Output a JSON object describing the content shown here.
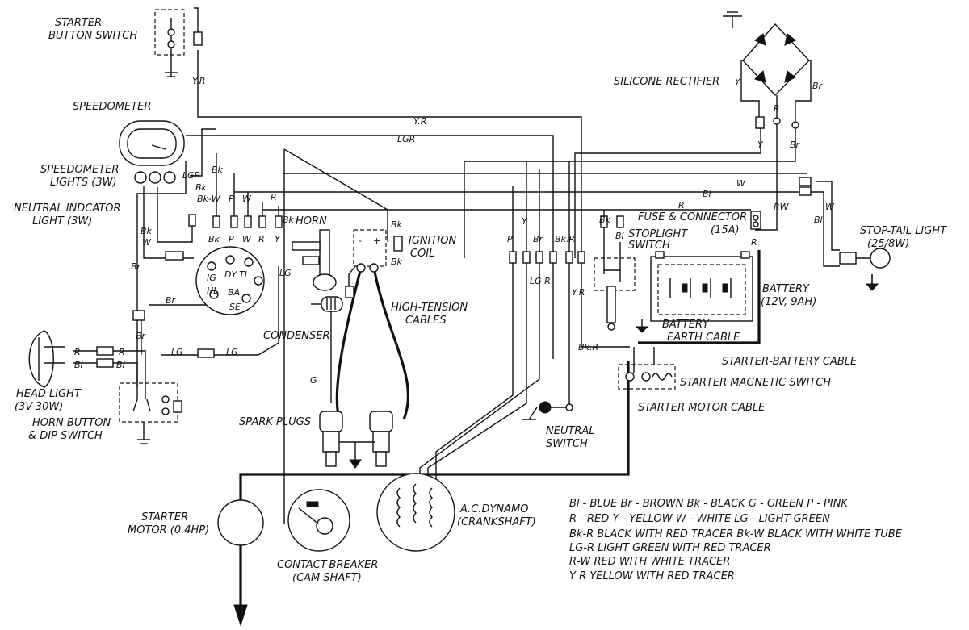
{
  "components": {
    "starter_button_switch": [
      "STARTER",
      "BUTTON SWITCH"
    ],
    "speedometer": "SPEEDOMETER",
    "speedometer_lights": [
      "SPEEDOMETER",
      "LIGHTS (3W)"
    ],
    "neutral_indicator_light": [
      "NEUTRAL INDCATOR",
      "LIGHT (3W)"
    ],
    "head_light": [
      "HEAD LIGHT",
      "(3V-30W)"
    ],
    "horn_button_dip_switch": [
      "HORN BUTTON",
      "& DIP SWITCH"
    ],
    "horn": "HORN",
    "ignition_coil": [
      "IGNITION",
      "COIL"
    ],
    "condenser": "CONDENSER",
    "high_tension_cables": [
      "HIGH-TENSION",
      "CABLES"
    ],
    "spark_plugs": "SPARK PLUGS",
    "starter_motor": [
      "STARTER",
      "MOTOR (0.4HP)"
    ],
    "contact_breaker": [
      "CONTACT-BREAKER",
      "(CAM SHAFT)"
    ],
    "ac_dynamo": [
      "A.C.DYNAMO",
      "(CRANKSHAFT)"
    ],
    "neutral_switch": [
      "NEUTRAL",
      "SWITCH"
    ],
    "silicone_rectifier": "SILICONE RECTIFIER",
    "fuse_connector": [
      "FUSE & CONNECTOR",
      "(15A)"
    ],
    "stoplight_switch": [
      "STOPLIGHT",
      "SWITCH"
    ],
    "battery": [
      "BATTERY",
      "(12V, 9AH)"
    ],
    "battery_earth_cable": [
      "BATTERY",
      "EARTH CABLE"
    ],
    "starter_battery_cable": "STARTER-BATTERY CABLE",
    "starter_magnetic_switch": "STARTER MAGNETIC SWITCH",
    "starter_motor_cable": "STARTER MOTOR CABLE",
    "stop_tail_light": [
      "STOP-TAIL LIGHT",
      "(25/8W)"
    ]
  },
  "wire_codes": {
    "yr": "Y.R",
    "lgr": "LGR",
    "w": "W",
    "bl": "Bl",
    "r": "R",
    "rw": "RW",
    "y": "Y",
    "br": "Br",
    "bk": "Bk",
    "p": "P",
    "g": "G",
    "lg": "LG",
    "bk_r": "Bk.R",
    "bk_w": "Bk-W",
    "lg_r": "LG R",
    "y_r": "Y.R"
  },
  "switch_terminals": {
    "ig": "IG",
    "hl": "HL",
    "dy": "DY",
    "tl": "TL",
    "ba": "BA",
    "se": "SE"
  },
  "legend": [
    "Bl - BLUE   Br - BROWN  Bk - BLACK   G - GREEN  P - PINK",
    "R - RED  Y - YELLOW  W - WHITE  LG - LIGHT GREEN",
    "Bk-R   BLACK WITH RED TRACER    Bk-W BLACK WITH WHITE TUBE",
    "LG-R  LIGHT GREEN WITH RED TRACER",
    "R-W   RED WITH WHITE TRACER",
    "Y R   YELLOW WITH RED TRACER"
  ]
}
